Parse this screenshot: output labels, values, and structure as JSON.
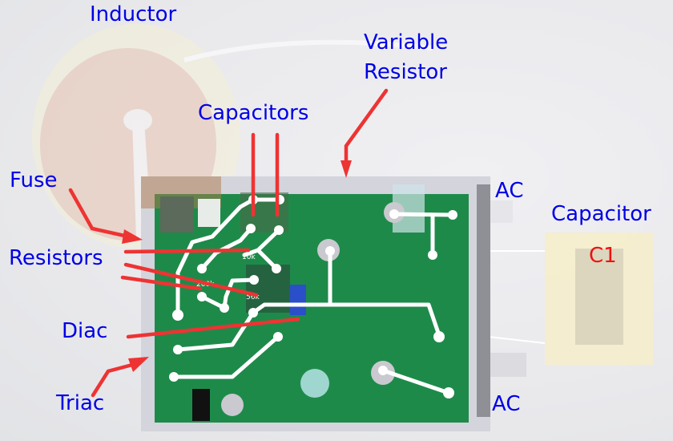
{
  "labels": {
    "inductor": "Inductor",
    "variable_resistor_line1": "Variable",
    "variable_resistor_line2": "Resistor",
    "capacitors": "Capacitors",
    "fuse": "Fuse",
    "resistors": "Resistors",
    "diac": "Diac",
    "triac": "Triac",
    "ac_top": "AC",
    "ac_bottom": "AC",
    "capacitor": "Capacitor",
    "c1": "C1"
  },
  "resistor_values": {
    "r1": "10k",
    "r2": "200k",
    "r3": "56k"
  },
  "colors": {
    "label_text": "#0000e6",
    "pointer": "#ee3333",
    "trace": "#ffffff",
    "pcb": "#1e8a4a",
    "c1_text": "#ee1111"
  }
}
